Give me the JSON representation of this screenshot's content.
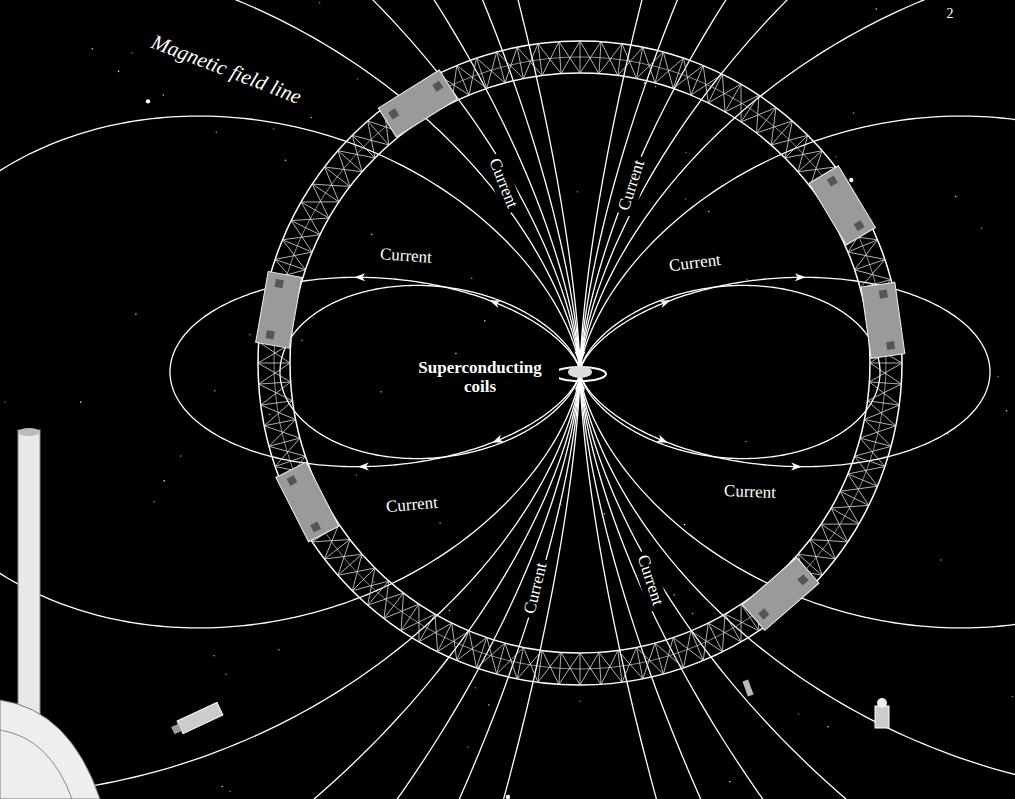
{
  "diagram": {
    "labels": [
      "Magnetic field line",
      "Current",
      "Current",
      "Current",
      "Current",
      "Current",
      "Current",
      "Current",
      "Current",
      "Superconducting coils",
      "2"
    ]
  }
}
